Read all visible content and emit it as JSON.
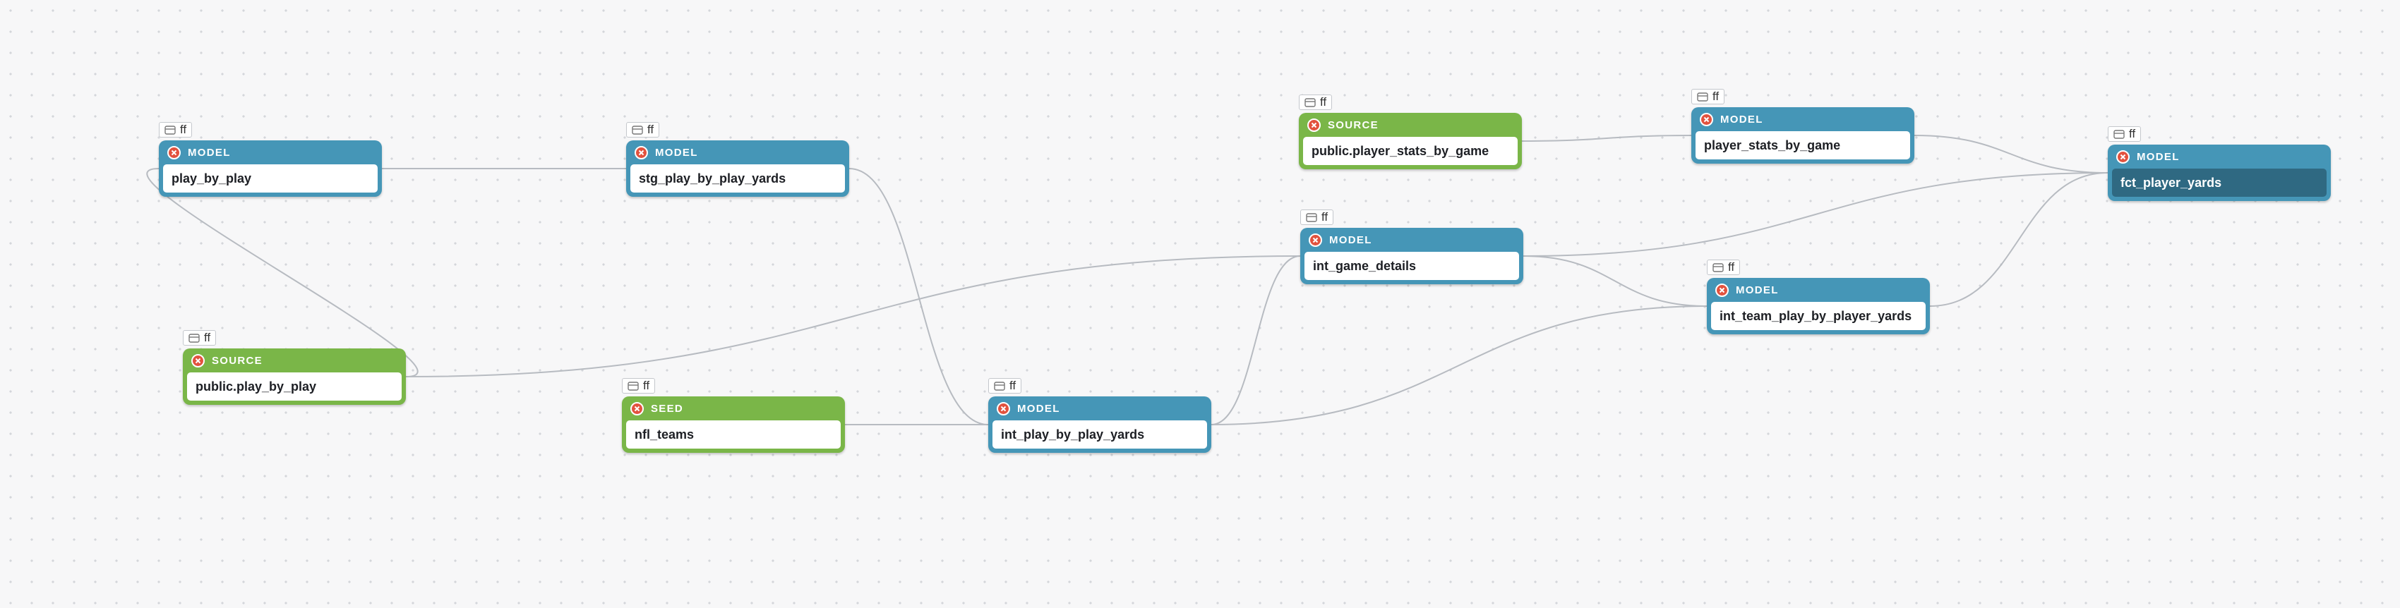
{
  "canvas": {
    "edge_color": "#b7bbc1",
    "model_color": "#4596b7",
    "green_color": "#7ab648",
    "error_icon_color": "#e2523e",
    "selected_color": "#2f6982"
  },
  "nodes": [
    {
      "id": "play_by_play",
      "type_label": "MODEL",
      "name": "play_by_play",
      "tag": "ff",
      "kind": "model",
      "error_icon": "error-x-icon"
    },
    {
      "id": "stg_play_by_play_yards",
      "type_label": "MODEL",
      "name": "stg_play_by_play_yards",
      "tag": "ff",
      "kind": "model",
      "error_icon": "error-x-icon"
    },
    {
      "id": "public_player_stats_by_game",
      "type_label": "SOURCE",
      "name": "public.player_stats_by_game",
      "tag": "ff",
      "kind": "source",
      "error_icon": "error-x-icon"
    },
    {
      "id": "player_stats_by_game",
      "type_label": "MODEL",
      "name": "player_stats_by_game",
      "tag": "ff",
      "kind": "model",
      "error_icon": "error-x-icon"
    },
    {
      "id": "fct_player_yards",
      "type_label": "MODEL",
      "name": "fct_player_yards",
      "tag": "ff",
      "kind": "model",
      "selected": true,
      "error_icon": "error-x-icon"
    },
    {
      "id": "int_game_details",
      "type_label": "MODEL",
      "name": "int_game_details",
      "tag": "ff",
      "kind": "model",
      "error_icon": "error-x-icon"
    },
    {
      "id": "int_team_play_by_player_yards",
      "type_label": "MODEL",
      "name": "int_team_play_by_player_yards",
      "tag": "ff",
      "kind": "model",
      "error_icon": "error-x-icon"
    },
    {
      "id": "public_play_by_play",
      "type_label": "SOURCE",
      "name": "public.play_by_play",
      "tag": "ff",
      "kind": "source",
      "error_icon": "error-x-icon"
    },
    {
      "id": "nfl_teams",
      "type_label": "SEED",
      "name": "nfl_teams",
      "tag": "ff",
      "kind": "seed",
      "error_icon": "error-x-icon"
    },
    {
      "id": "int_play_by_play_yards",
      "type_label": "MODEL",
      "name": "int_play_by_play_yards",
      "tag": "ff",
      "kind": "model",
      "error_icon": "error-x-icon"
    }
  ],
  "edges": [
    {
      "from": "public_play_by_play",
      "to": "play_by_play"
    },
    {
      "from": "play_by_play",
      "to": "stg_play_by_play_yards"
    },
    {
      "from": "stg_play_by_play_yards",
      "to": "int_play_by_play_yards"
    },
    {
      "from": "nfl_teams",
      "to": "int_play_by_play_yards"
    },
    {
      "from": "public_play_by_play",
      "to": "int_game_details"
    },
    {
      "from": "int_play_by_play_yards",
      "to": "int_game_details"
    },
    {
      "from": "int_play_by_play_yards",
      "to": "int_team_play_by_player_yards"
    },
    {
      "from": "int_game_details",
      "to": "int_team_play_by_player_yards"
    },
    {
      "from": "int_game_details",
      "to": "fct_player_yards"
    },
    {
      "from": "public_player_stats_by_game",
      "to": "player_stats_by_game"
    },
    {
      "from": "player_stats_by_game",
      "to": "fct_player_yards"
    },
    {
      "from": "int_team_play_by_player_yards",
      "to": "fct_player_yards"
    }
  ]
}
